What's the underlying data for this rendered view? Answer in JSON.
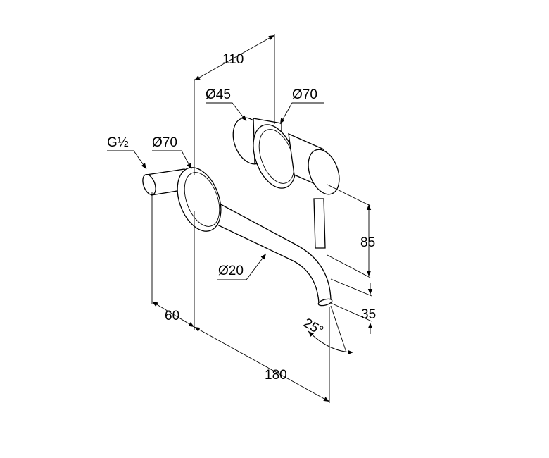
{
  "dimensions": {
    "width_top": "110",
    "mixer_dia_small": "Ø45",
    "mixer_dia_large": "Ø70",
    "thread": "G½",
    "spout_rosette_dia": "Ø70",
    "spout_dia": "Ø20",
    "height": "85",
    "spout_drop": "35",
    "depth_short": "60",
    "spout_length": "180",
    "angle": "25°"
  }
}
